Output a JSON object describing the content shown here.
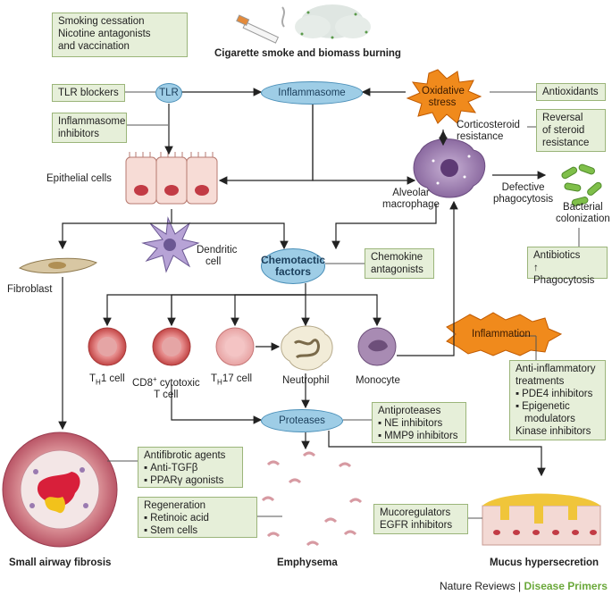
{
  "top": {
    "smoking_box": [
      "Smoking cessation",
      "Nicotine antagonists",
      "and vaccination"
    ],
    "cigarette_label": "Cigarette smoke and biomass burning"
  },
  "nodes": {
    "tlr": "TLR",
    "inflammasome": "Inflammasome",
    "oxidative_stress": [
      "Oxidative",
      "stress"
    ],
    "chemotactic": [
      "Chemotactic",
      "factors"
    ],
    "proteases": "Proteases",
    "inflammation": "Inflammation"
  },
  "boxes": {
    "tlr_blockers": "TLR blockers",
    "inflammasome_inhibitors": [
      "Inflammasome",
      "inhibitors"
    ],
    "antioxidants": "Antioxidants",
    "reversal": [
      "Reversal",
      "of steroid",
      "resistance"
    ],
    "chemokine_antagonists": [
      "Chemokine",
      "antagonists"
    ],
    "antibiotics": [
      "Antibiotics",
      "↑ Phagocytosis"
    ],
    "antiproteases": [
      "Antiproteases",
      "NE inhibitors",
      "MMP9 inhibitors"
    ],
    "anti_inflammatory": [
      "Anti-inflammatory",
      "treatments",
      "PDE4 inhibitors",
      "Epigenetic",
      "modulators",
      "Kinase inhibitors"
    ],
    "antifibrotic": [
      "Antifibrotic agents",
      "Anti-TGFβ",
      "PPARγ agonists"
    ],
    "regeneration": [
      "Regeneration",
      "Retinoic acid",
      "Stem cells"
    ],
    "mucoregulators": [
      "Mucoregulators",
      "EGFR inhibitors"
    ]
  },
  "labels": {
    "epithelial": "Epithelial cells",
    "corticosteroid": [
      "Corticosteroid",
      "resistance"
    ],
    "alveolar": [
      "Alveolar",
      "macrophage"
    ],
    "defective": [
      "Defective",
      "phagocytosis"
    ],
    "bacterial": [
      "Bacterial",
      "colonization"
    ],
    "fibroblast": "Fibroblast",
    "dendritic": [
      "Dendritic",
      "cell"
    ],
    "th1": "T",
    "th1_sub": "H",
    "th1_rest": "1 cell",
    "cd8": "CD8",
    "cd8_sup": "+",
    "cd8_rest": " cytotoxic",
    "cd8_line2": "T cell",
    "th17": "T",
    "th17_sub": "H",
    "th17_rest": "17 cell",
    "neutrophil": "Neutrophil",
    "monocyte": "Monocyte",
    "small_airway": "Small airway fibrosis",
    "emphysema": "Emphysema",
    "mucus": "Mucus hypersecretion"
  },
  "footer": {
    "left": "Nature Reviews",
    "sep": "|",
    "right": "Disease Primers"
  },
  "colors": {
    "box_fill": "#e6efd9",
    "box_border": "#9bb57a",
    "node_fill": "#9ecde6",
    "star_orange": "#f08a1c",
    "accent_green": "#6aa83a"
  }
}
